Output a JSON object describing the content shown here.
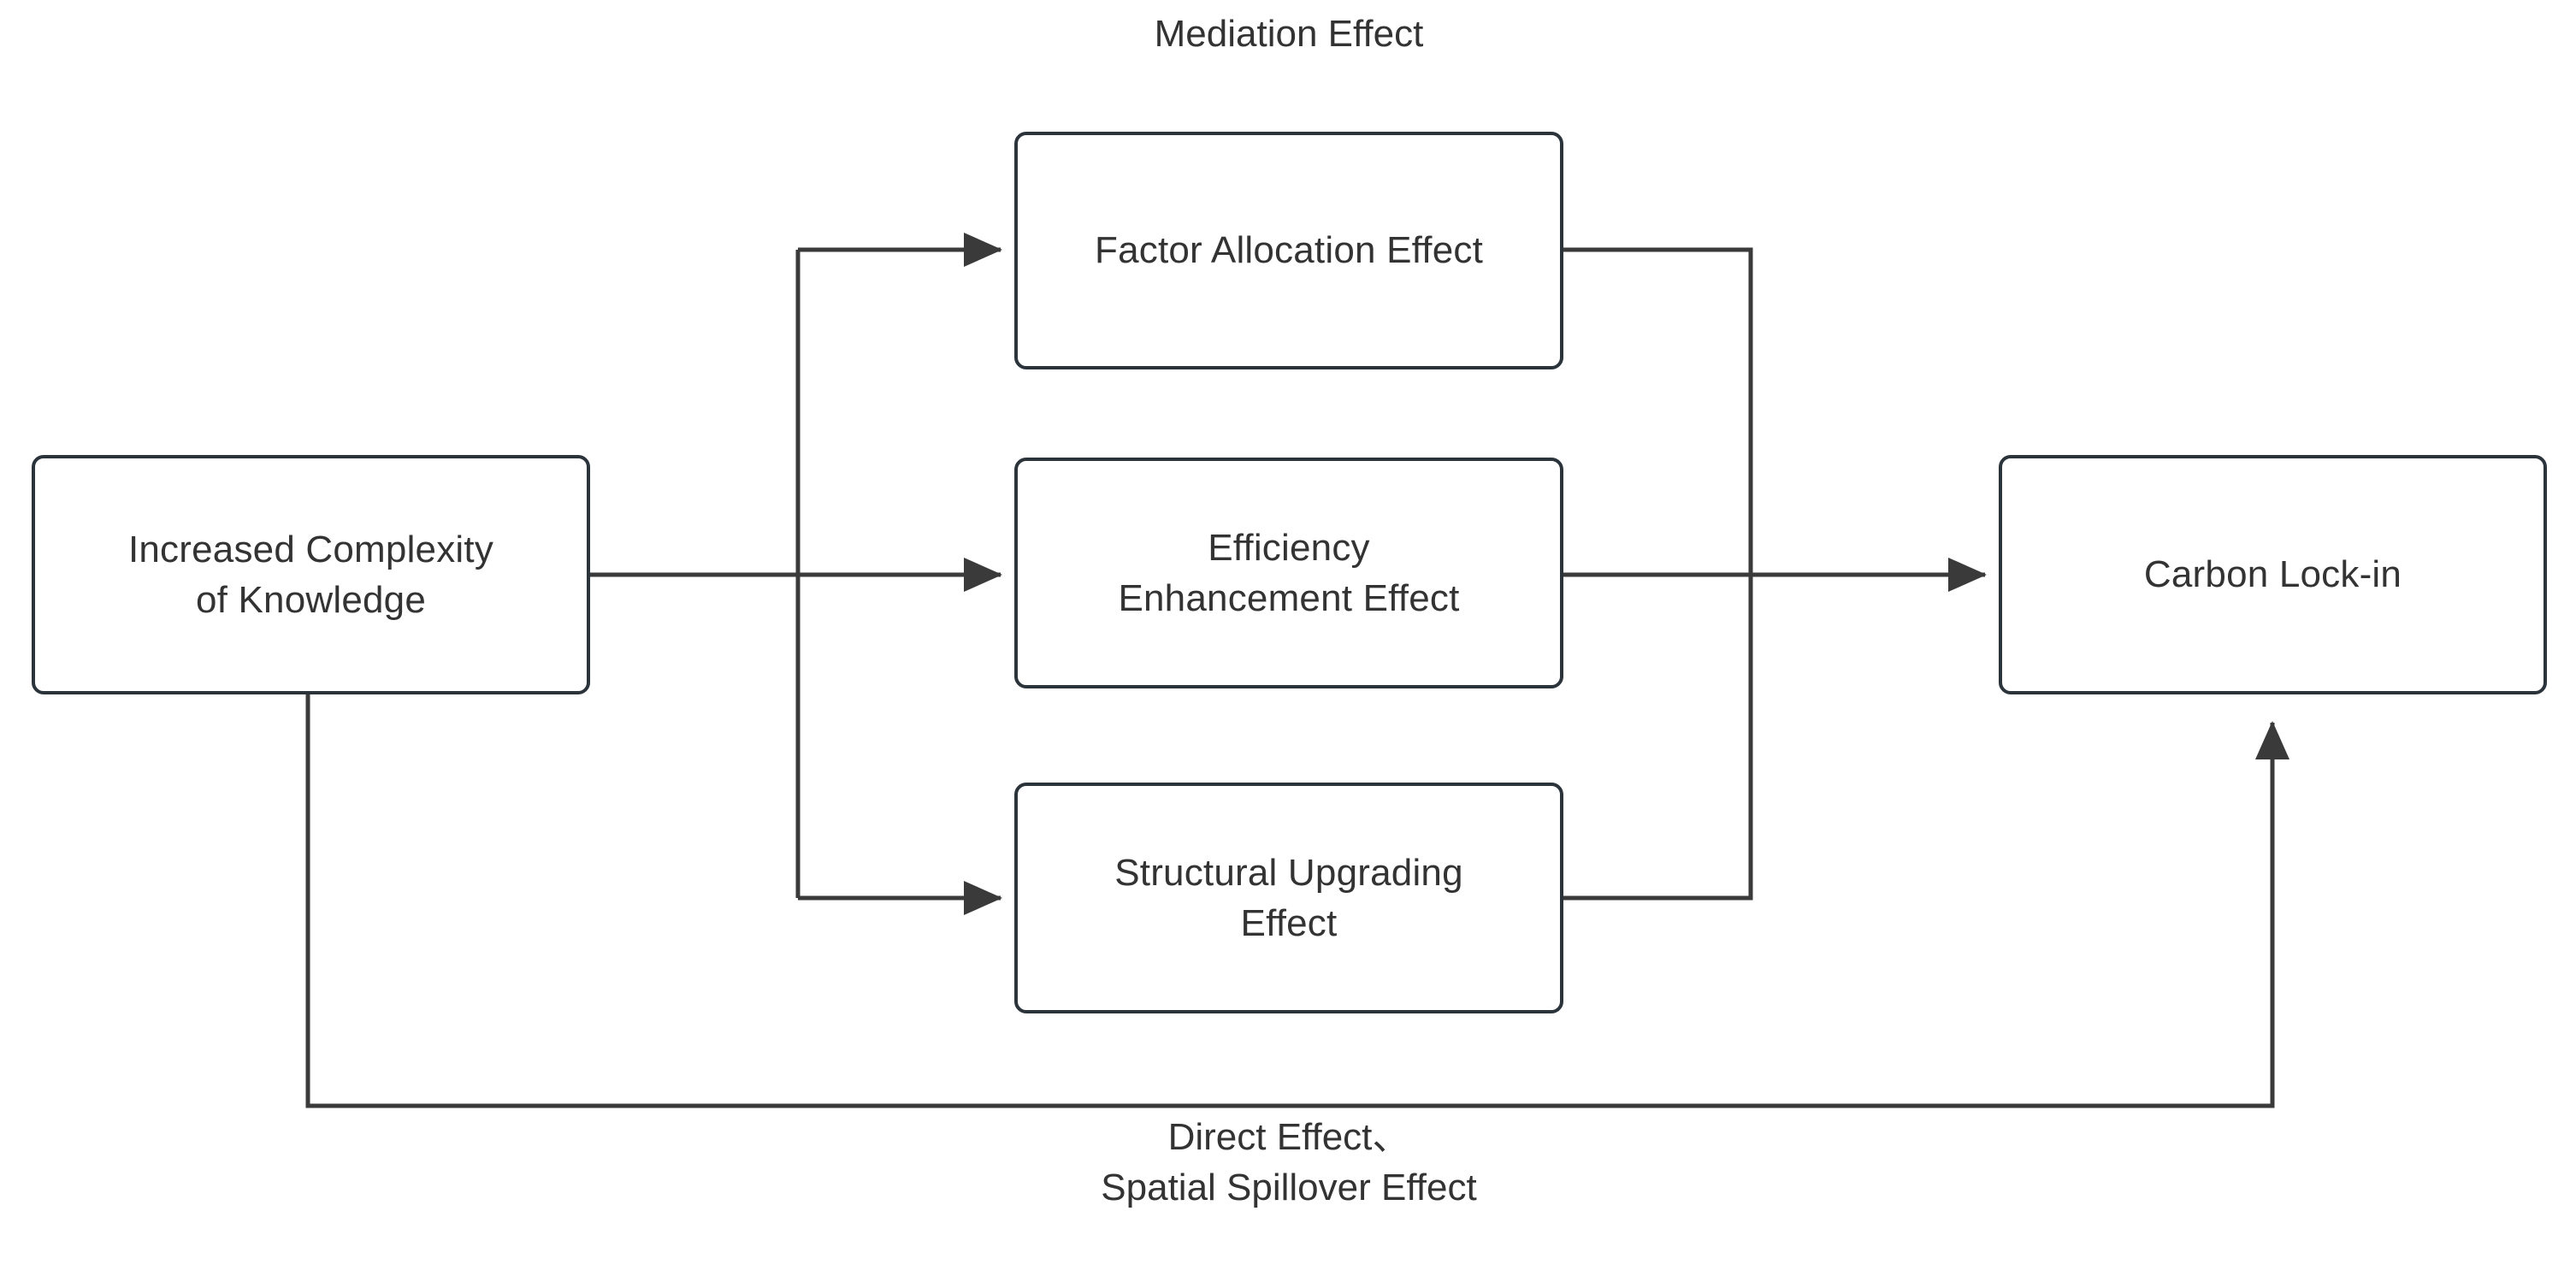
{
  "diagram": {
    "title": "Mediation Effect",
    "bottom_label": "Direct Effect、\nSpatial Spillover Effect",
    "colors": {
      "box_border": "#2b333b",
      "connector": "#3a3a3a",
      "text": "#333333",
      "background": "#ffffff"
    },
    "nodes": [
      {
        "id": "source",
        "label": "Increased Complexity\nof Knowledge"
      },
      {
        "id": "factor",
        "label": "Factor Allocation Effect"
      },
      {
        "id": "efficiency",
        "label": "Efficiency\nEnhancement Effect"
      },
      {
        "id": "structural",
        "label": "Structural Upgrading\nEffect"
      },
      {
        "id": "target",
        "label": "Carbon Lock-in"
      }
    ],
    "edges": [
      {
        "from": "source",
        "to": "factor",
        "label": ""
      },
      {
        "from": "source",
        "to": "efficiency",
        "label": ""
      },
      {
        "from": "source",
        "to": "structural",
        "label": ""
      },
      {
        "from": "factor",
        "to": "target",
        "label": ""
      },
      {
        "from": "efficiency",
        "to": "target",
        "label": ""
      },
      {
        "from": "structural",
        "to": "target",
        "label": ""
      },
      {
        "from": "source",
        "to": "target",
        "label": "Direct Effect、Spatial Spillover Effect"
      }
    ]
  }
}
